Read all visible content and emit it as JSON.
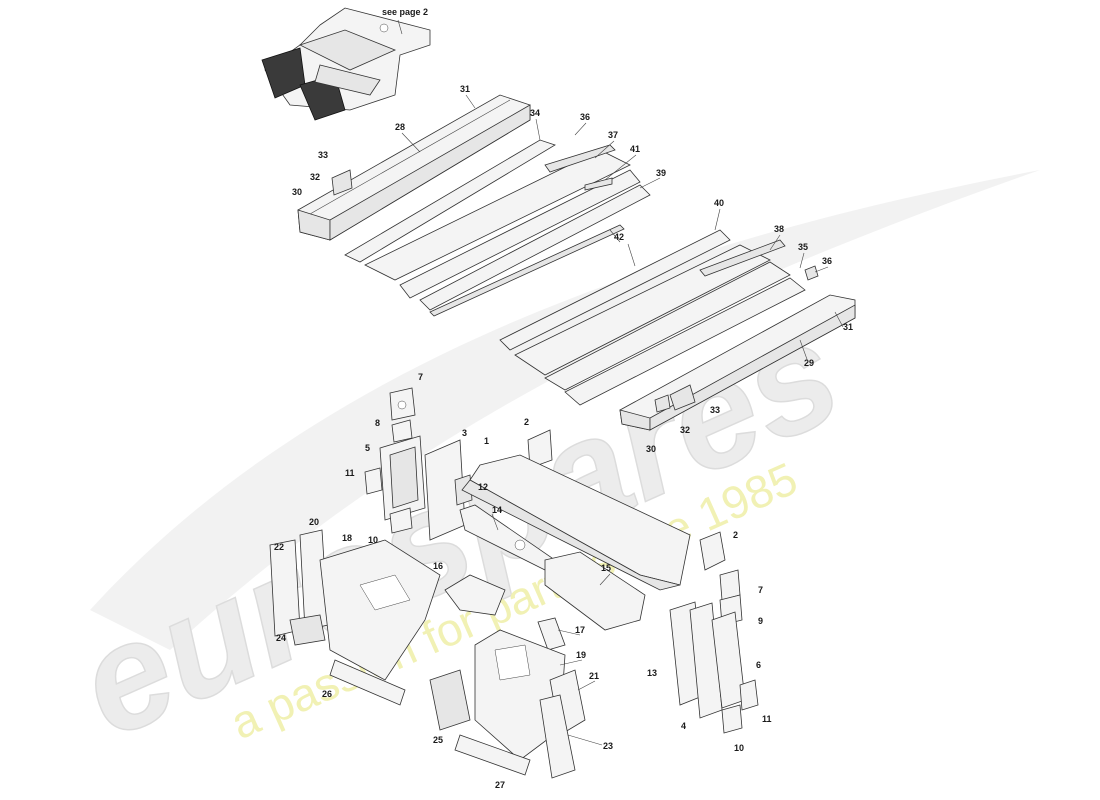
{
  "watermark": {
    "brand": "eurospares",
    "tagline": "a passion for parts since 1985",
    "brand_color": "#e9e9e9",
    "tagline_color": "#f2f2b0"
  },
  "reference_note": "see page 2",
  "callouts": [
    "31",
    "28",
    "34",
    "36",
    "37",
    "41",
    "39",
    "33",
    "32",
    "30",
    "40",
    "42",
    "38",
    "35",
    "36",
    "31",
    "29",
    "33",
    "32",
    "30",
    "7",
    "8",
    "3",
    "2",
    "1",
    "5",
    "11",
    "12",
    "10",
    "14",
    "22",
    "20",
    "18",
    "16",
    "15",
    "2",
    "7",
    "9",
    "6",
    "13",
    "24",
    "17",
    "19",
    "21",
    "26",
    "25",
    "23",
    "4",
    "11",
    "10",
    "27"
  ],
  "icons": [
    "floor-assembly-reference",
    "sill-rail",
    "floor-panel",
    "bulkhead",
    "bracket",
    "gusset"
  ]
}
